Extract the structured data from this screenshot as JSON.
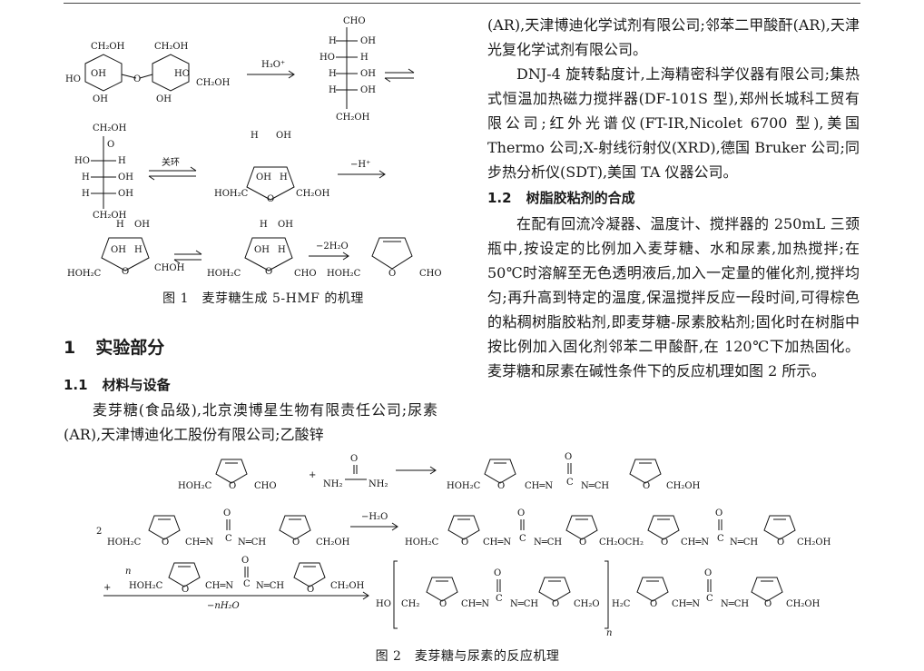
{
  "figure1": {
    "caption": "图 1　麦芽糖生成 5-HMF 的机理",
    "reagents": {
      "h3o": "H₃O⁺",
      "cyclize": "关环",
      "minus_h": "−H⁺",
      "minus_2h2o": "−2H₂O"
    },
    "labels": {
      "ch2oh": "CH₂OH",
      "cho": "CHO",
      "ho": "HO",
      "oh": "OH",
      "h": "H",
      "o": "O",
      "hoh2c": "HOH₂C",
      "choh": "CHOH"
    }
  },
  "section1": {
    "num": "1",
    "title": "实验部分"
  },
  "section1_1": {
    "num": "1.1",
    "title": "材料与设备",
    "para": "麦芽糖(食品级),北京澳博星生物有限责任公司;尿素(AR),天津博迪化工股份有限公司;乙酸锌"
  },
  "right_column": {
    "para1": "(AR),天津博迪化学试剂有限公司;邻苯二甲酸酐(AR),天津光复化学试剂有限公司。",
    "para2": "DNJ-4 旋转黏度计,上海精密科学仪器有限公司;集热式恒温加热磁力搅拌器(DF-101S 型),郑州长城科工贸有限公司;红外光谱仪(FT-IR,Nicolet 6700 型),美国 Thermo 公司;X-射线衍射仪(XRD),德国 Bruker 公司;同步热分析仪(SDT),美国 TA 仪器公司。",
    "sub_num": "1.2",
    "sub_title": "树脂胶粘剂的合成",
    "para3": "在配有回流冷凝器、温度计、搅拌器的 250mL 三颈瓶中,按设定的比例加入麦芽糖、水和尿素,加热搅拌;在 50℃时溶解至无色透明液后,加入一定量的催化剂,搅拌均匀;再升高到特定的温度,保温搅拌反应一段时间,可得棕色的粘稠树脂胶粘剂,即麦芽糖-尿素胶粘剂;固化时在树脂中按比例加入固化剂邻苯二甲酸酐,在 120℃下加热固化。麦芽糖和尿素在碱性条件下的反应机理如图 2 所示。"
  },
  "figure2": {
    "caption": "图 2　麦芽糖与尿素的反应机理",
    "reagents": {
      "minus_h2o": "−H₂O",
      "minus_nh2o": "−nH₂O",
      "plus": "+",
      "coef2": "2",
      "coef_n": "n",
      "sub_n": "n"
    },
    "labels": {
      "hoh2c": "HOH₂C",
      "cho": "CHO",
      "nh2": "NH₂",
      "o": "O",
      "ch_eq_n": "CH═N",
      "n_eq_ch": "N═CH",
      "ch2oh": "CH₂OH",
      "ch2och2": "CH₂OCH₂",
      "ho": "HO",
      "ch2": "CH₂",
      "ch2o": "CH₂O",
      "h2c": "H₂C",
      "c": "C"
    }
  }
}
